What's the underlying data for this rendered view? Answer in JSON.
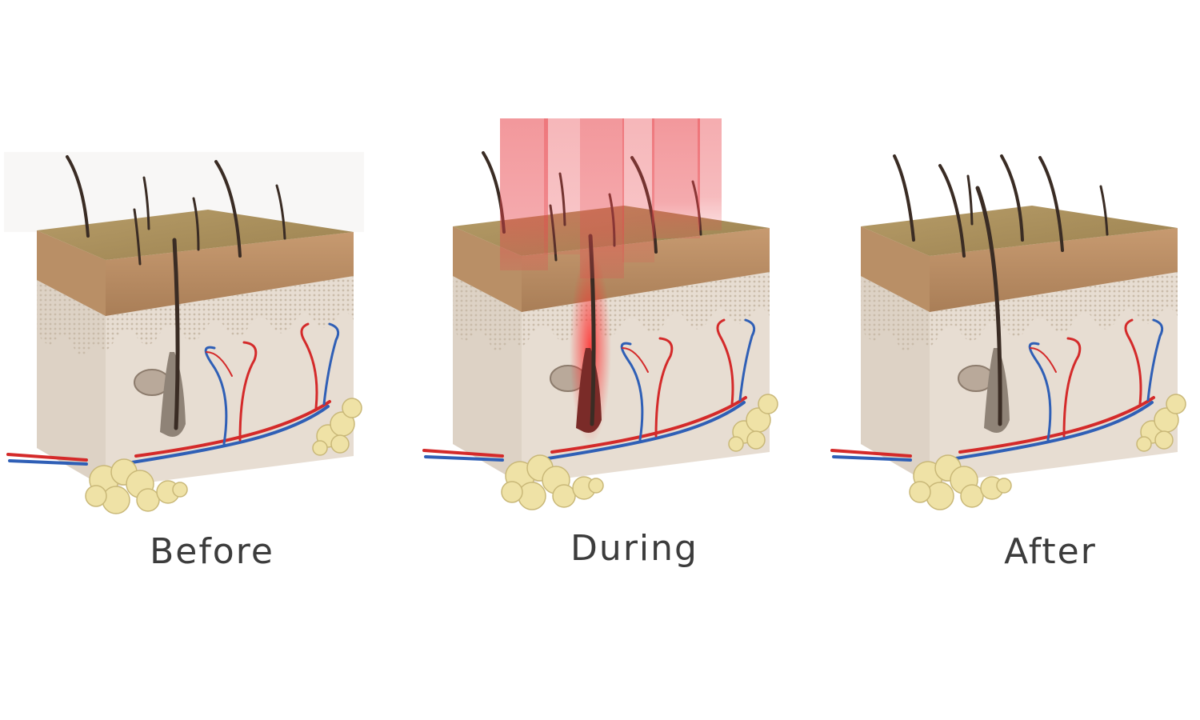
{
  "panels": [
    {
      "id": "before",
      "label": "Before",
      "laser": false,
      "hair_follicle": "normal",
      "new_hairs": false
    },
    {
      "id": "during",
      "label": "During",
      "laser": true,
      "hair_follicle": "glowing",
      "new_hairs": false
    },
    {
      "id": "after",
      "label": "After",
      "laser": false,
      "hair_follicle": "grown",
      "new_hairs": true
    }
  ],
  "colors": {
    "skin_top": "#a58a55",
    "epidermis": "#b88e65",
    "dermis": "#e7ddd2",
    "dermis_side": "#ddd2c5",
    "papillary": "#cfc3b6",
    "hair": "#3a2c24",
    "artery": "#d42a2a",
    "vein": "#2f5fb6",
    "fat": "#efe2a6",
    "laser": "#e8434a"
  }
}
